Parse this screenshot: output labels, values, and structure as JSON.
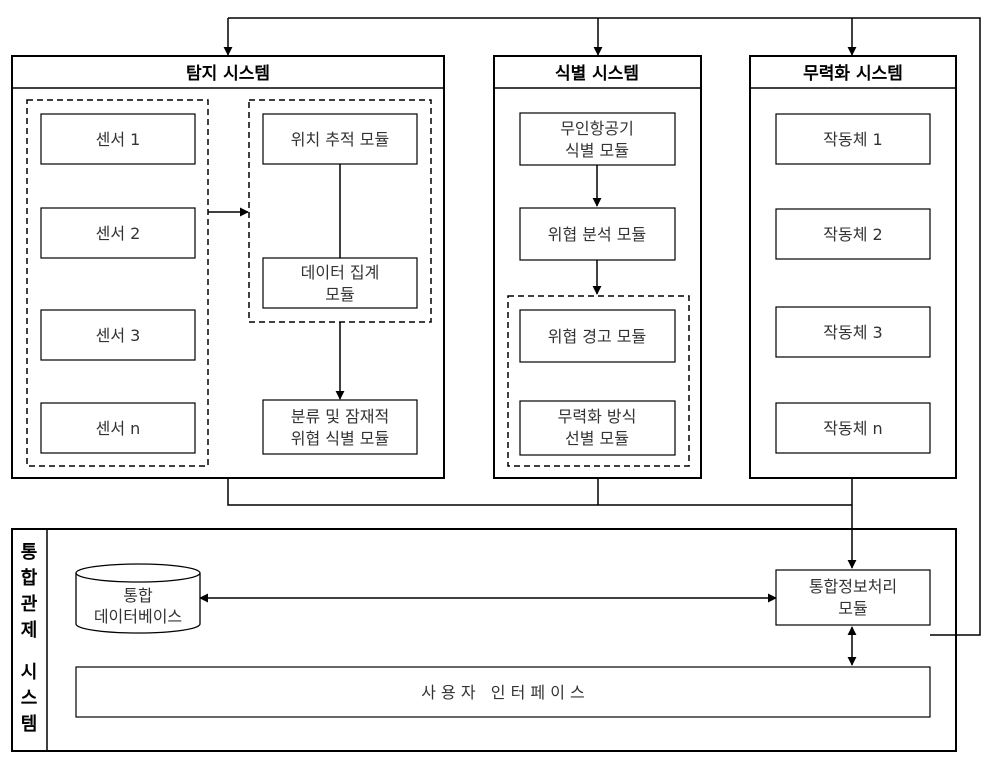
{
  "detection_system": {
    "title": "탐지 시스템",
    "sensors": [
      "센서 1",
      "센서 2",
      "센서 3",
      "센서 n"
    ],
    "location_tracking_module": "위치 추적 모듈",
    "data_aggregation_module": [
      "데이터 집계",
      "모듈"
    ],
    "classification_module": [
      "분류 및 잠재적",
      "위협 식별 모듈"
    ]
  },
  "identification_system": {
    "title": "식별 시스템",
    "uav_identification_module": [
      "무인항공기",
      "식별 모듈"
    ],
    "threat_analysis_module": "위협 분석 모듈",
    "threat_warning_module": "위협 경고 모듈",
    "neutralization_selection_module": [
      "무력화 방식",
      "선별 모듈"
    ]
  },
  "neutralization_system": {
    "title": "무력화 시스템",
    "actuators": [
      "작동체 1",
      "작동체 2",
      "작동체 3",
      "작동체 n"
    ]
  },
  "integrated_control_system": {
    "title_top": [
      "통",
      "합",
      "관",
      "제"
    ],
    "title_bottom": [
      "시",
      "스",
      "템"
    ],
    "database": [
      "통합",
      "데이터베이스"
    ],
    "info_processing_module": [
      "통합정보처리",
      "모듈"
    ],
    "user_interface": "사 용 자   인 터 페 이 스"
  }
}
